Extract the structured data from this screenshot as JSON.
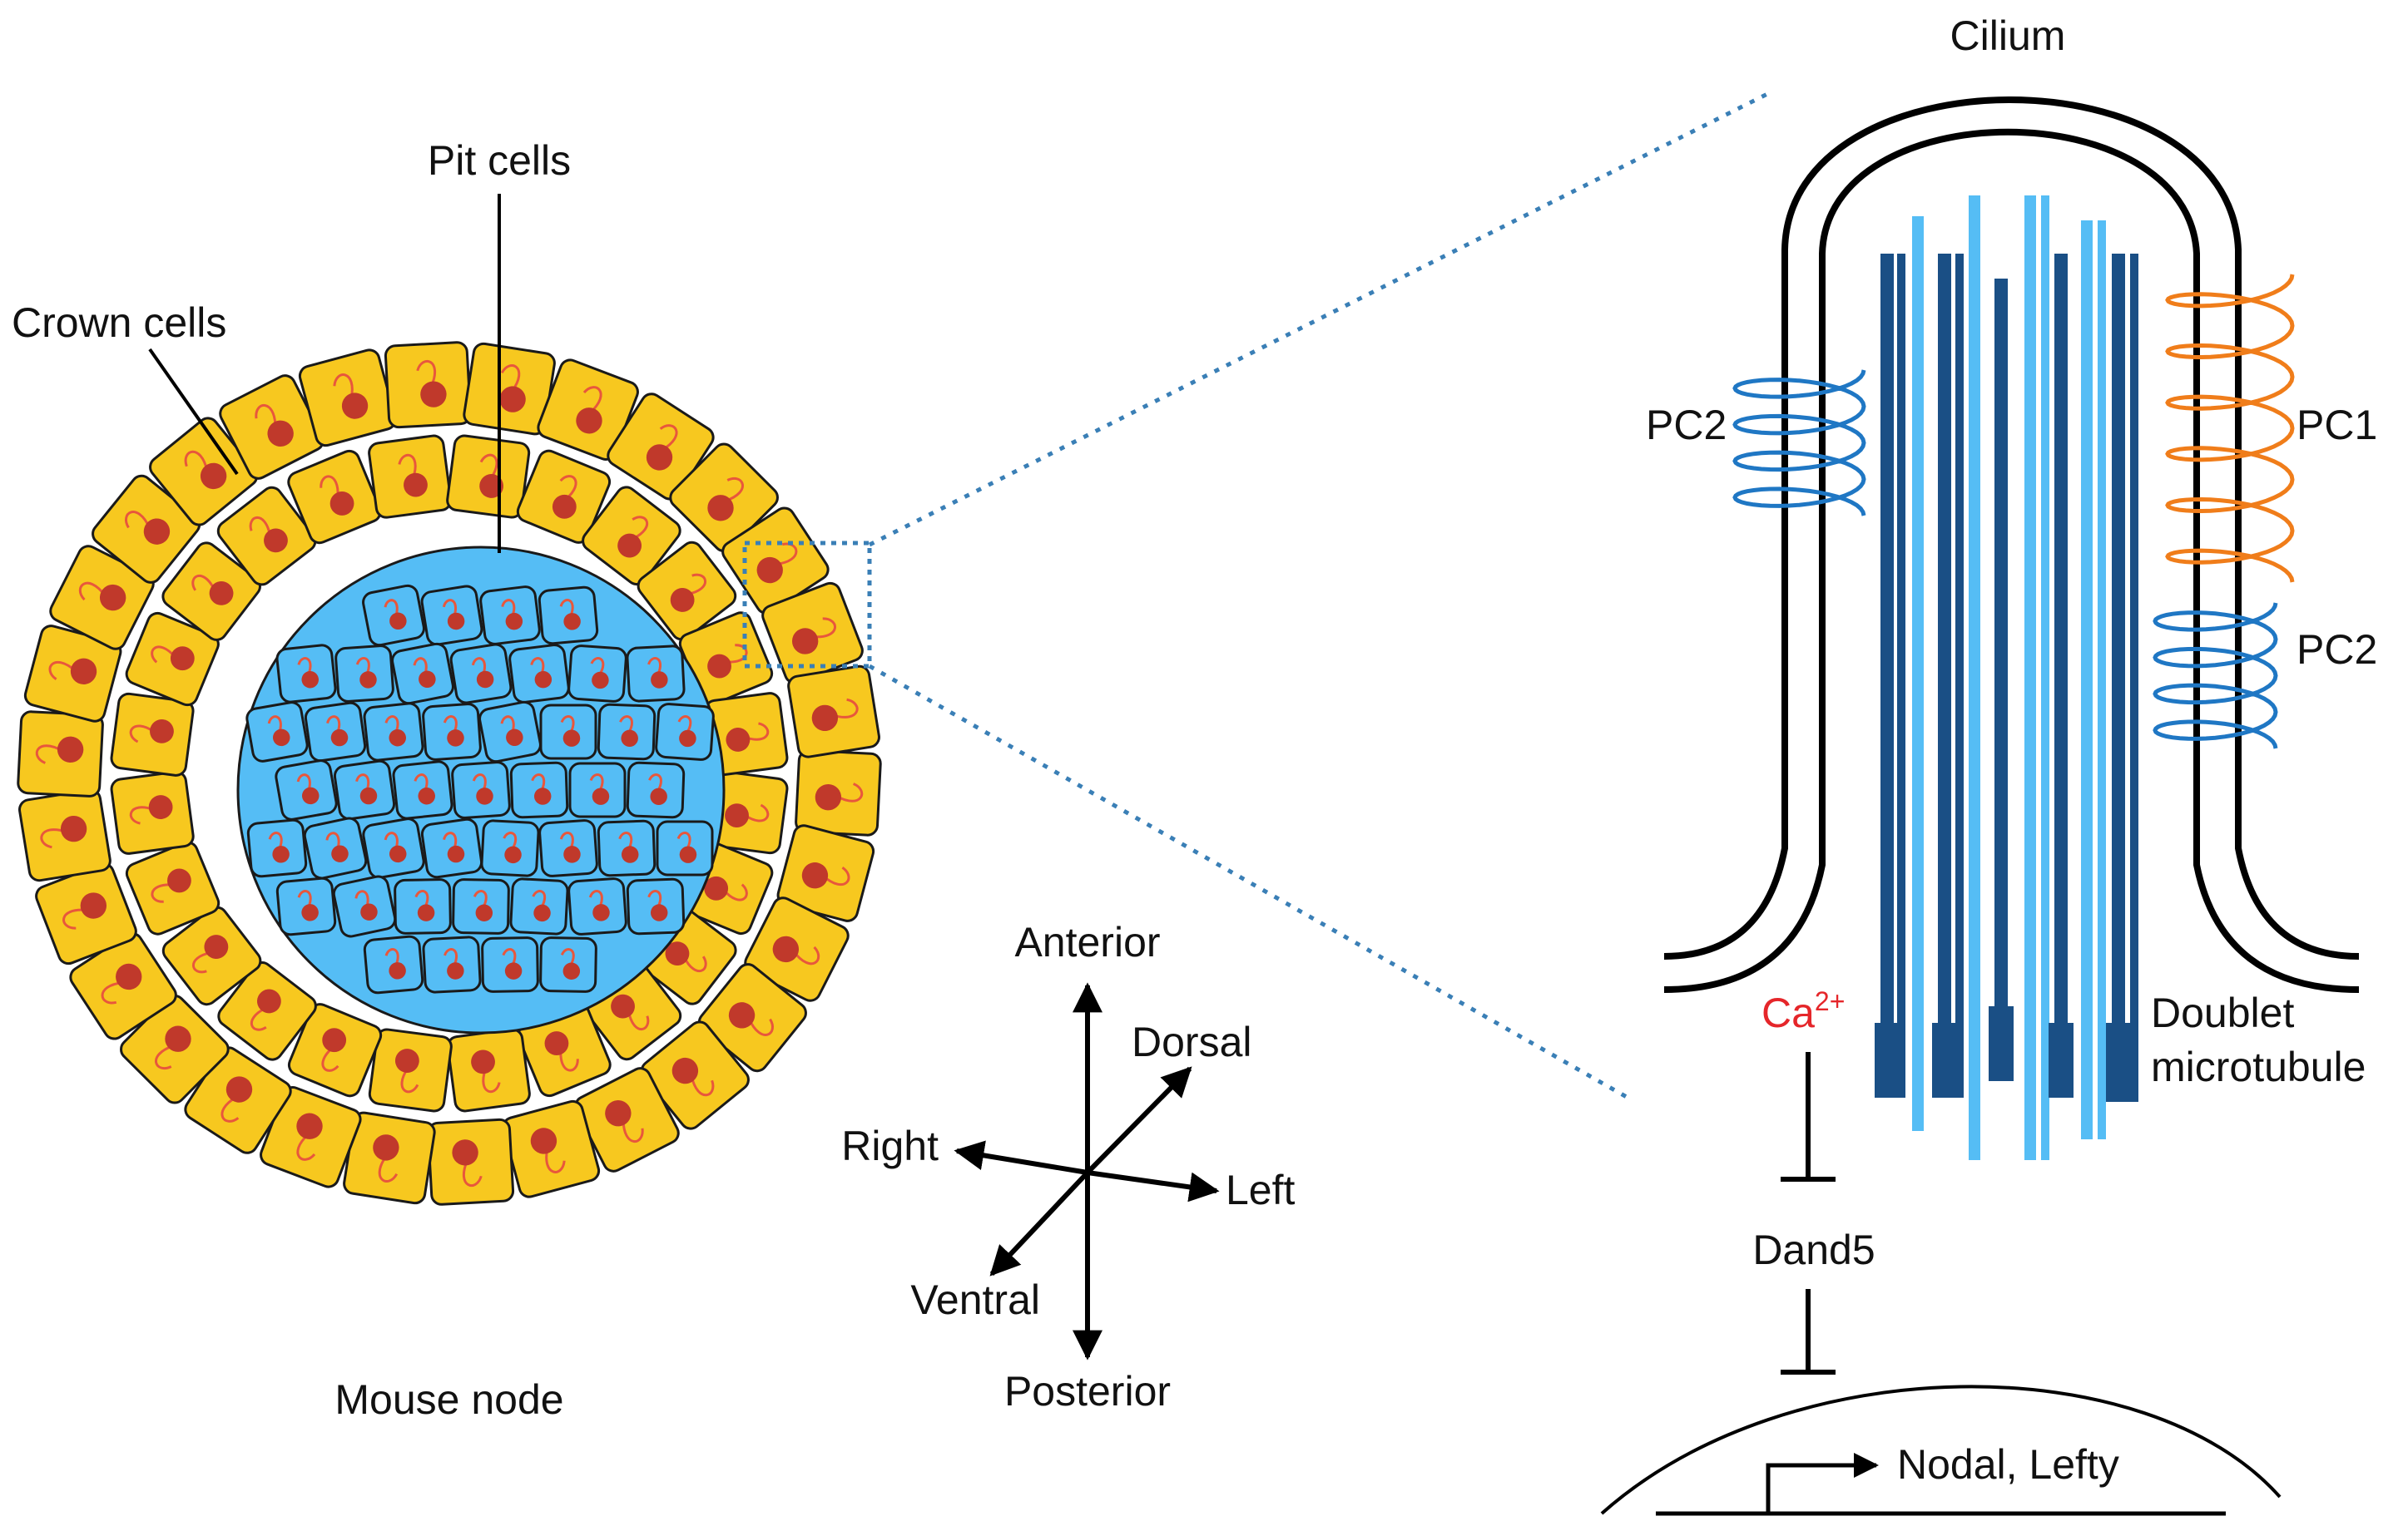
{
  "labels": {
    "pit_cells": "Pit cells",
    "crown_cells": "Crown cells",
    "mouse_node": "Mouse node",
    "cilium": "Cilium",
    "pc2_left": "PC2",
    "pc1": "PC1",
    "pc2_right": "PC2",
    "doublet_line1": "Doublet",
    "doublet_line2": "microtubule",
    "ca_base": "Ca",
    "ca_sup": "2+",
    "dand5": "Dand5",
    "nodal_lefty": "Nodal, Lefty"
  },
  "axes": {
    "anterior": "Anterior",
    "posterior": "Posterior",
    "right": "Right",
    "left": "Left",
    "dorsal": "Dorsal",
    "ventral": "Ventral"
  },
  "colors": {
    "crown_cell": "#f7c81f",
    "pit_cell": "#55bdf5",
    "nucleus": "#c0392b",
    "cilium_stroke": "#e8573c",
    "microtubule_dark": "#1a4f85",
    "microtubule_light": "#55bdf5",
    "pc1": "#f07d1a",
    "pc2": "#1f77c4",
    "calcium": "#e5262a",
    "zoom_box": "#3a7fb6"
  }
}
